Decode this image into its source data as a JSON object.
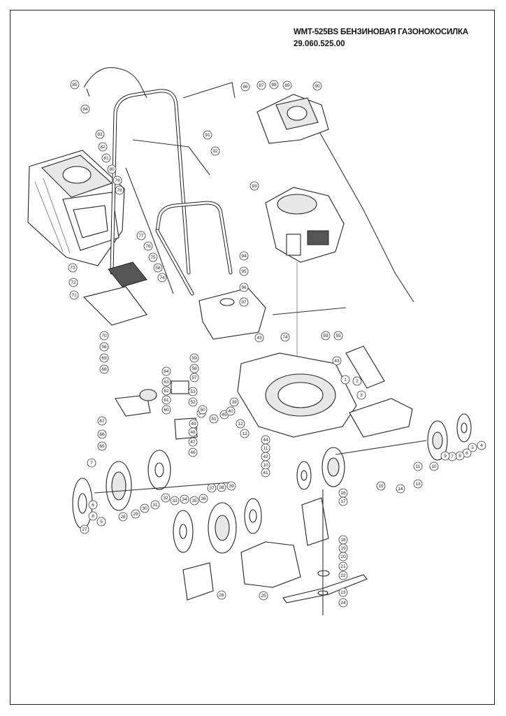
{
  "title": "WMT-525BS БЕНЗИНОВАЯ ГАЗОНОКОСИЛКА",
  "part_code": "29.060.525.00",
  "colors": {
    "line": "#222222",
    "background": "#ffffff",
    "shade": "#e8e8e8",
    "dark": "#555555"
  },
  "parts": [
    {
      "id": "85",
      "label": "85"
    },
    {
      "id": "84",
      "label": "84"
    },
    {
      "id": "86",
      "label": "86"
    },
    {
      "id": "87",
      "label": "87"
    },
    {
      "id": "88",
      "label": "88"
    },
    {
      "id": "89",
      "label": "89"
    },
    {
      "id": "90",
      "label": "90"
    },
    {
      "id": "83",
      "label": "83"
    },
    {
      "id": "91",
      "label": "91"
    },
    {
      "id": "82",
      "label": "82"
    },
    {
      "id": "81",
      "label": "81"
    },
    {
      "id": "92",
      "label": "92"
    },
    {
      "id": "80",
      "label": "80"
    },
    {
      "id": "79",
      "label": "79"
    },
    {
      "id": "78",
      "label": "78"
    },
    {
      "id": "93",
      "label": "93"
    },
    {
      "id": "77",
      "label": "77"
    },
    {
      "id": "76",
      "label": "76"
    },
    {
      "id": "75",
      "label": "75"
    },
    {
      "id": "58",
      "label": "58"
    },
    {
      "id": "74",
      "label": "74"
    },
    {
      "id": "94",
      "label": "94"
    },
    {
      "id": "95",
      "label": "95"
    },
    {
      "id": "73",
      "label": "73"
    },
    {
      "id": "72",
      "label": "72"
    },
    {
      "id": "96",
      "label": "96"
    },
    {
      "id": "71",
      "label": "71"
    },
    {
      "id": "97",
      "label": "97"
    },
    {
      "id": "70",
      "label": "70"
    },
    {
      "id": "56",
      "label": "56"
    },
    {
      "id": "69",
      "label": "69"
    },
    {
      "id": "68",
      "label": "68"
    },
    {
      "id": "43",
      "label": "43"
    },
    {
      "id": "74b",
      "label": "74"
    },
    {
      "id": "59",
      "label": "59"
    },
    {
      "id": "55",
      "label": "55"
    },
    {
      "id": "43b",
      "label": "43"
    },
    {
      "id": "1",
      "label": "1"
    },
    {
      "id": "2",
      "label": "2"
    },
    {
      "id": "3",
      "label": "3"
    },
    {
      "id": "59b",
      "label": "59"
    },
    {
      "id": "58b",
      "label": "58"
    },
    {
      "id": "57",
      "label": "57"
    },
    {
      "id": "64",
      "label": "64"
    },
    {
      "id": "63",
      "label": "63"
    },
    {
      "id": "62",
      "label": "62"
    },
    {
      "id": "61",
      "label": "61"
    },
    {
      "id": "60",
      "label": "60"
    },
    {
      "id": "53",
      "label": "53"
    },
    {
      "id": "52",
      "label": "52"
    },
    {
      "id": "54",
      "label": "54"
    },
    {
      "id": "51",
      "label": "51"
    },
    {
      "id": "50",
      "label": "50"
    },
    {
      "id": "49",
      "label": "49"
    },
    {
      "id": "48",
      "label": "48"
    },
    {
      "id": "47",
      "label": "47"
    },
    {
      "id": "46",
      "label": "46"
    },
    {
      "id": "45",
      "label": "45"
    },
    {
      "id": "40",
      "label": "40"
    },
    {
      "id": "39",
      "label": "39"
    },
    {
      "id": "67",
      "label": "67"
    },
    {
      "id": "66",
      "label": "66"
    },
    {
      "id": "65",
      "label": "65"
    },
    {
      "id": "12",
      "label": "12"
    },
    {
      "id": "12b",
      "label": "12"
    },
    {
      "id": "44",
      "label": "44"
    },
    {
      "id": "11",
      "label": "11"
    },
    {
      "id": "42",
      "label": "42"
    },
    {
      "id": "10",
      "label": "10"
    },
    {
      "id": "41",
      "label": "41"
    },
    {
      "id": "4",
      "label": "4"
    },
    {
      "id": "5",
      "label": "5"
    },
    {
      "id": "6",
      "label": "6"
    },
    {
      "id": "8",
      "label": "8"
    },
    {
      "id": "7",
      "label": "7"
    },
    {
      "id": "9",
      "label": "9"
    },
    {
      "id": "10b",
      "label": "10"
    },
    {
      "id": "11b",
      "label": "11"
    },
    {
      "id": "13",
      "label": "13"
    },
    {
      "id": "14",
      "label": "14"
    },
    {
      "id": "15",
      "label": "15"
    },
    {
      "id": "16",
      "label": "16"
    },
    {
      "id": "17",
      "label": "17"
    },
    {
      "id": "7b",
      "label": "7"
    },
    {
      "id": "6b",
      "label": "6"
    },
    {
      "id": "8b",
      "label": "8"
    },
    {
      "id": "5b",
      "label": "5"
    },
    {
      "id": "27",
      "label": "27"
    },
    {
      "id": "28",
      "label": "28"
    },
    {
      "id": "29",
      "label": "29"
    },
    {
      "id": "30",
      "label": "30"
    },
    {
      "id": "31",
      "label": "31"
    },
    {
      "id": "32",
      "label": "32"
    },
    {
      "id": "33",
      "label": "33"
    },
    {
      "id": "34",
      "label": "34"
    },
    {
      "id": "35",
      "label": "35"
    },
    {
      "id": "36",
      "label": "36"
    },
    {
      "id": "37",
      "label": "37"
    },
    {
      "id": "38",
      "label": "38"
    },
    {
      "id": "39b",
      "label": "39"
    },
    {
      "id": "18",
      "label": "18"
    },
    {
      "id": "19",
      "label": "19"
    },
    {
      "id": "20",
      "label": "20"
    },
    {
      "id": "21",
      "label": "21"
    },
    {
      "id": "22",
      "label": "22"
    },
    {
      "id": "23",
      "label": "23"
    },
    {
      "id": "24",
      "label": "24"
    },
    {
      "id": "25",
      "label": "25"
    },
    {
      "id": "26",
      "label": "26"
    }
  ]
}
